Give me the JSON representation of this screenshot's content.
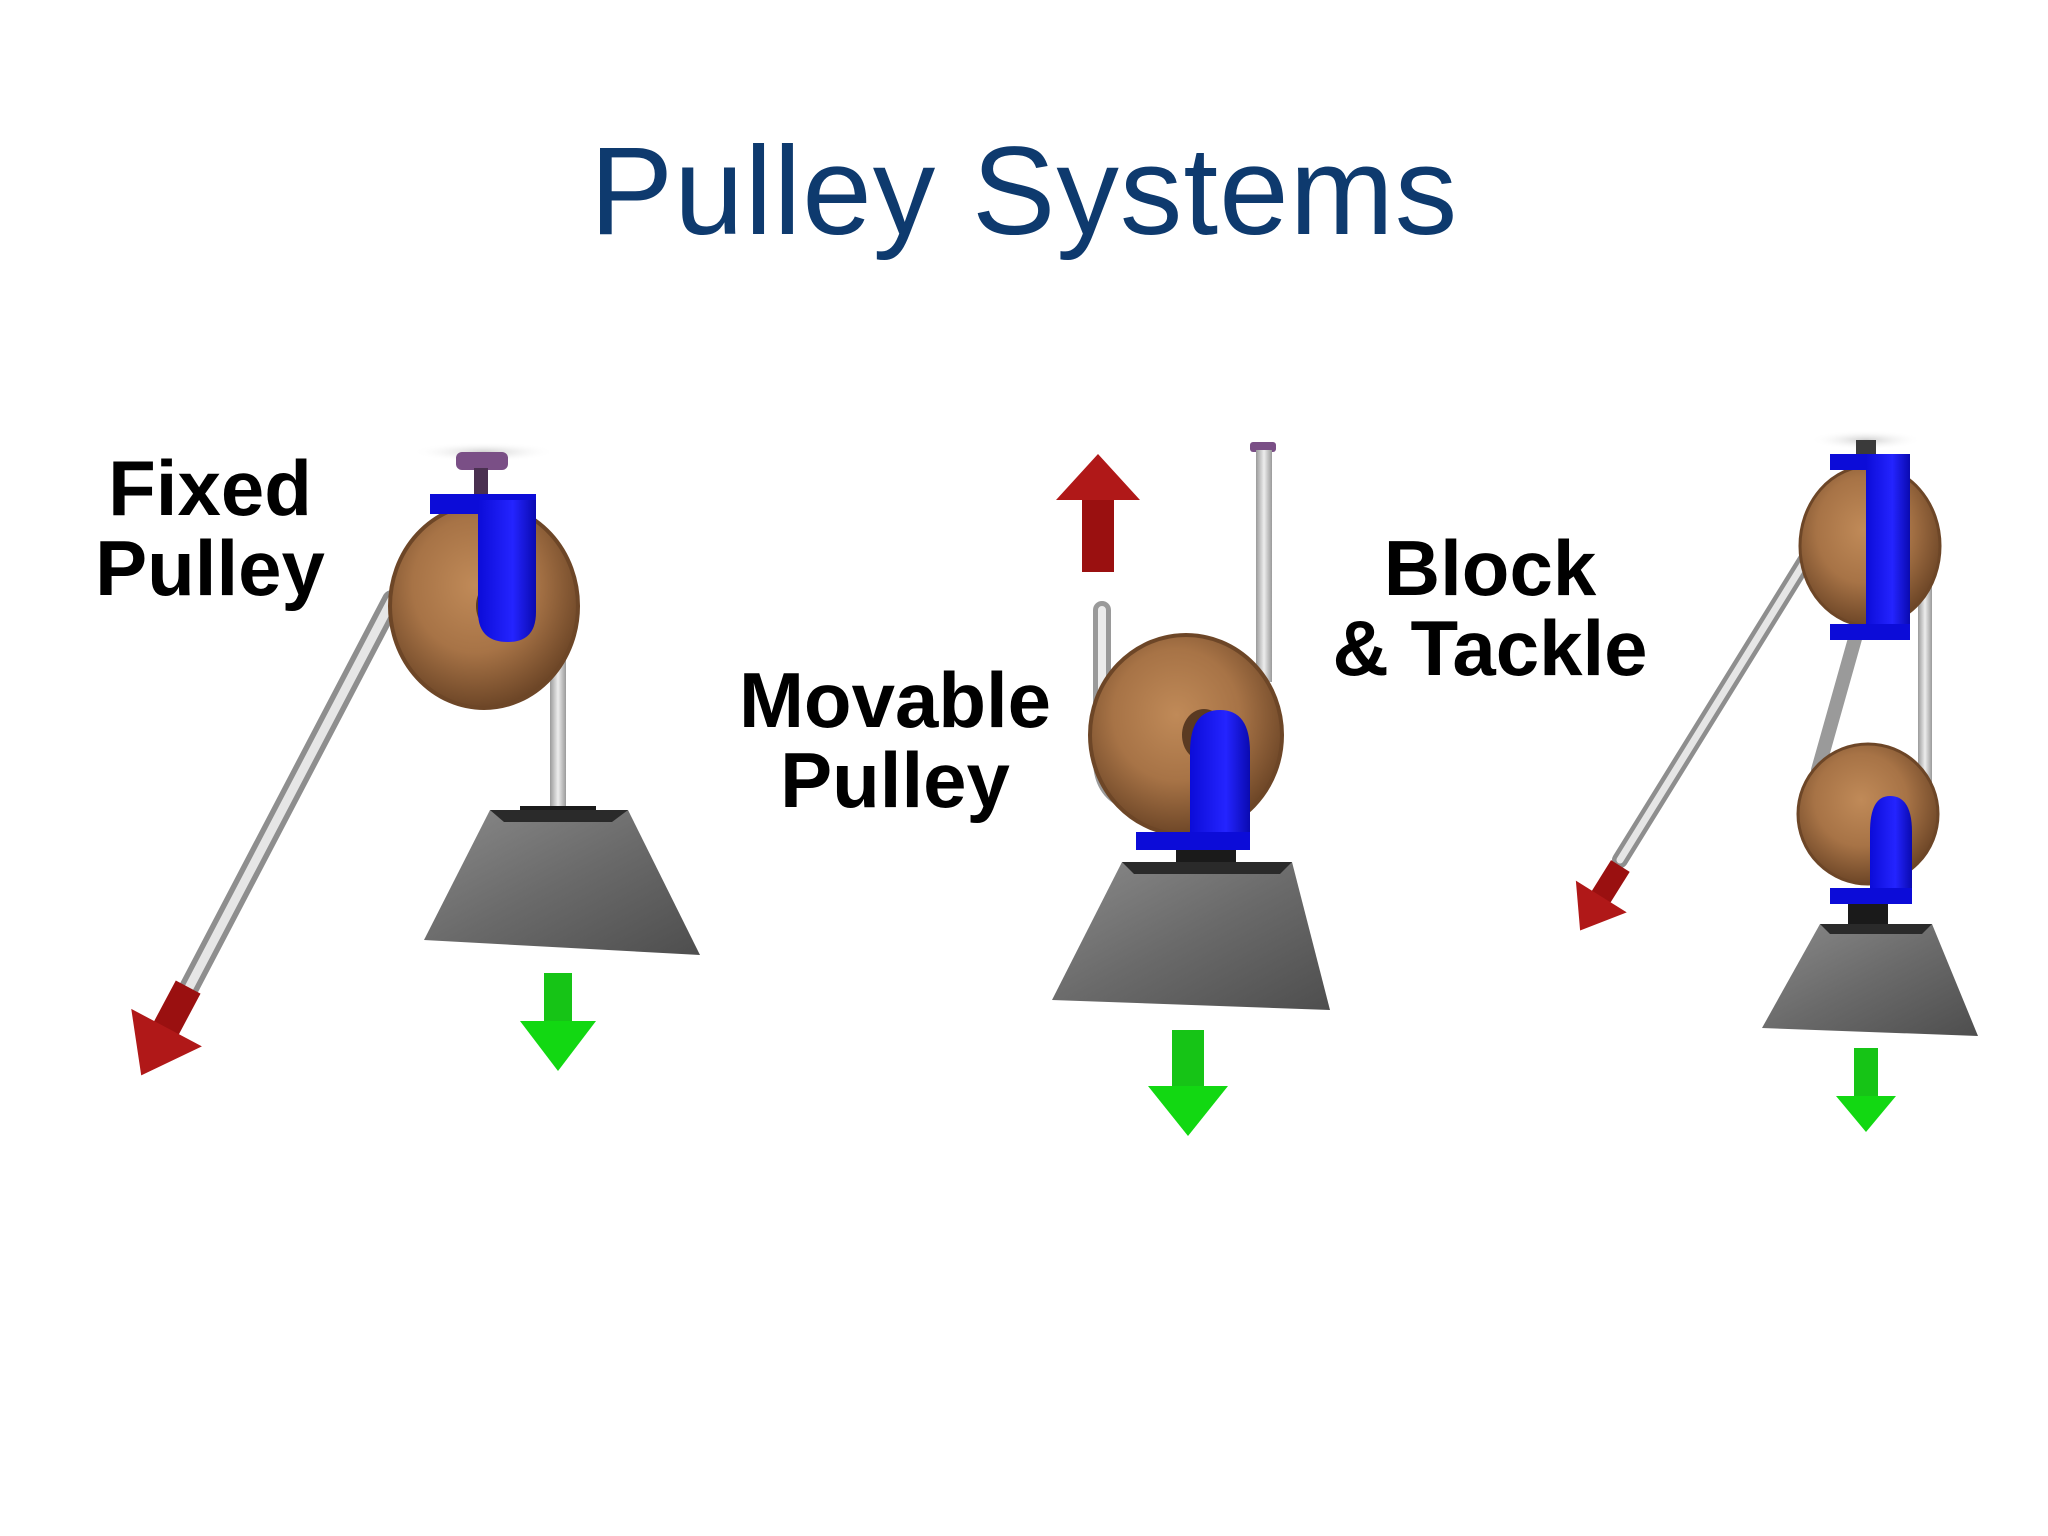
{
  "title": "Pulley Systems",
  "labels": {
    "fixed": [
      "Fixed",
      "Pulley"
    ],
    "movable": [
      "Movable",
      "Pulley"
    ],
    "block": [
      "Block",
      "& Tackle"
    ]
  },
  "colors": {
    "title": "#0e3a6e",
    "bracket": "#1010f0",
    "wheel": "#b07a4a",
    "rope": "#c8c8c8",
    "weight": "#6e6e6e",
    "effort_arrow": "#a01010",
    "load_arrow": "#10d010"
  }
}
